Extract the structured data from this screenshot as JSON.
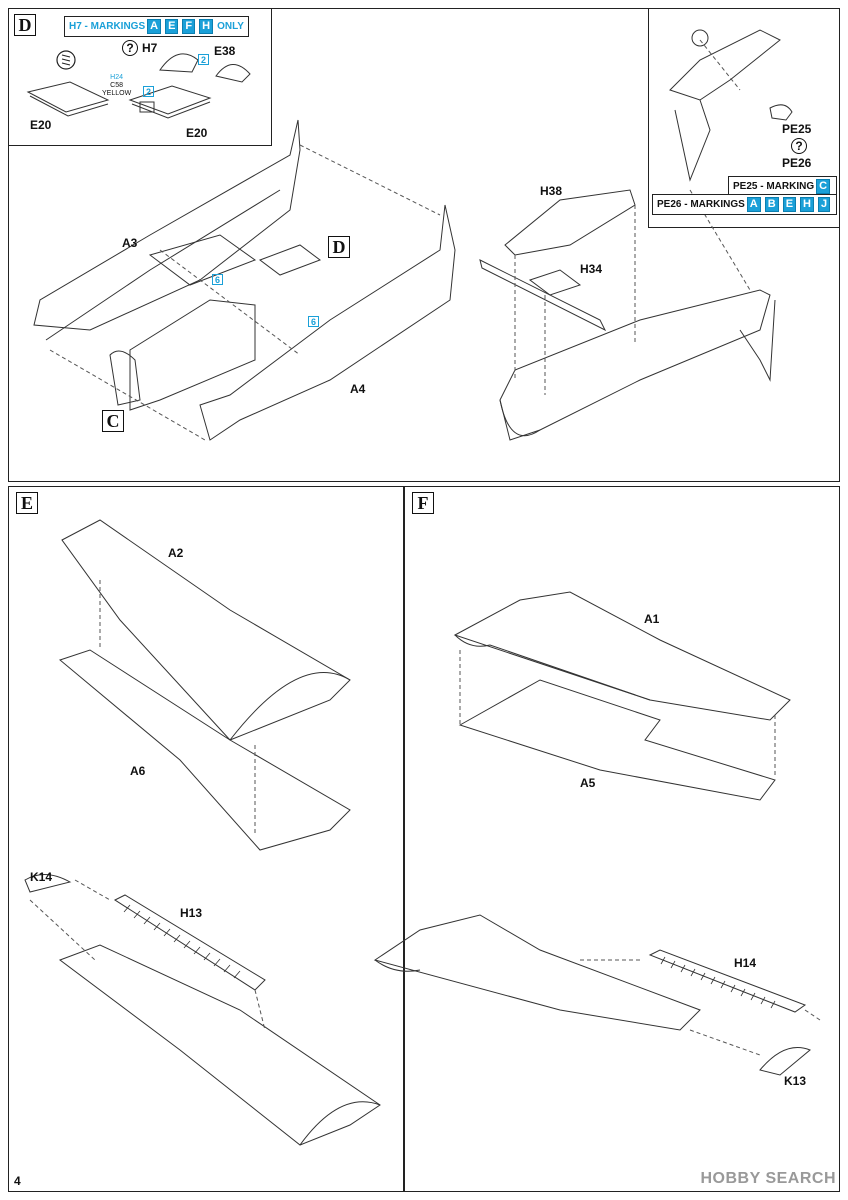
{
  "step_d": {
    "letter": "D",
    "note_prefix": "H7 - MARKINGS",
    "note_chips": [
      "A",
      "E",
      "F",
      "H"
    ],
    "note_suffix": "ONLY",
    "q_symbol": "?",
    "parts": [
      "H7",
      "E38",
      "E20",
      "E20"
    ],
    "color_ref": [
      "H24",
      "C58",
      "YELLOW"
    ],
    "num_tags": [
      "2",
      "2"
    ]
  },
  "step_c": {
    "letter": "C",
    "parts": [
      "A3",
      "A4"
    ],
    "num_tags": [
      "6",
      "6"
    ],
    "ref_letter": "D"
  },
  "step_c_right": {
    "parts": [
      "H38",
      "H34"
    ]
  },
  "inset": {
    "parts": [
      "PE25",
      "PE26"
    ],
    "q_symbol": "?",
    "pe25_note": "PE25 - MARKING",
    "pe25_chips": [
      "C"
    ],
    "pe26_note": "PE26 - MARKINGS",
    "pe26_chips": [
      "A",
      "B",
      "E",
      "H",
      "J"
    ]
  },
  "step_e": {
    "letter": "E",
    "parts": [
      "A2",
      "A6",
      "K14",
      "H13"
    ]
  },
  "step_f": {
    "letter": "F",
    "parts": [
      "A1",
      "A5",
      "H14",
      "K13"
    ]
  },
  "page_number": "4",
  "watermark": "HOBBY SEARCH",
  "colors": {
    "accent": "#1aa0d8",
    "line": "#222222"
  }
}
